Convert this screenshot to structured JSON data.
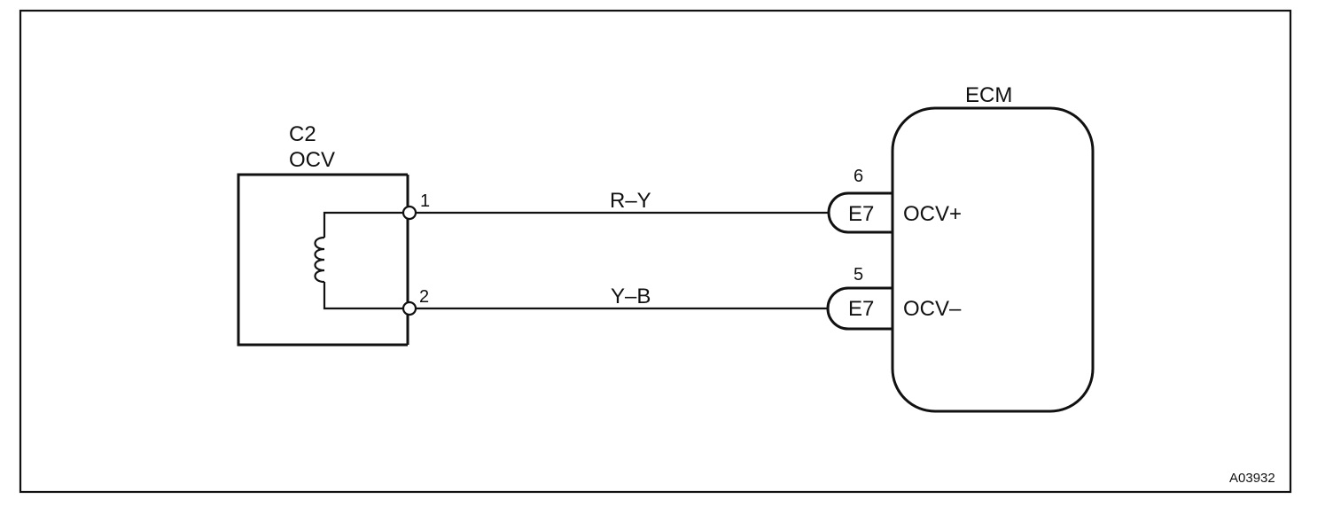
{
  "ocv_component": {
    "connector": "C2",
    "name": "OCV",
    "pin1": "1",
    "pin2": "2"
  },
  "wires": {
    "upper_color": "R–Y",
    "lower_color": "Y–B"
  },
  "ecm": {
    "title": "ECM",
    "upper_terminal": {
      "pin": "6",
      "connector": "E7",
      "signal": "OCV+"
    },
    "lower_terminal": {
      "pin": "5",
      "connector": "E7",
      "signal": "OCV–"
    }
  },
  "figure_code": "A03932"
}
